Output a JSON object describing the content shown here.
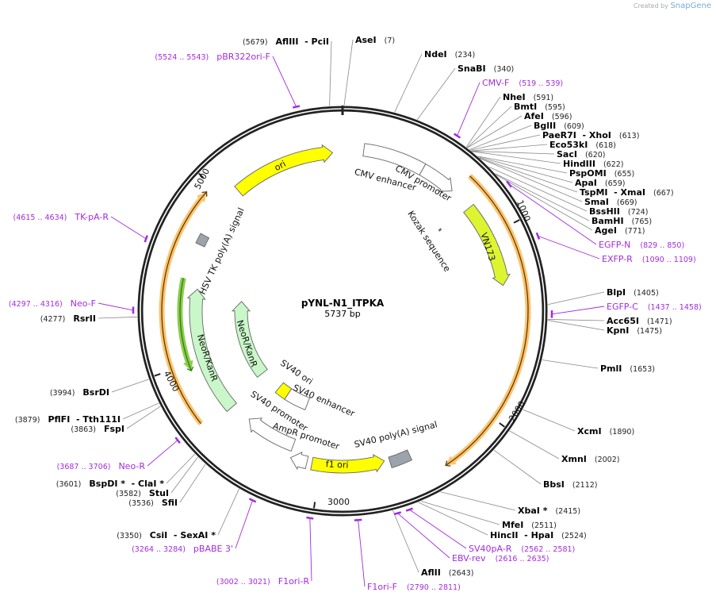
{
  "credit": {
    "created_by": "Created by",
    "brand": "SnapGene"
  },
  "plasmid": {
    "name": "pYNL-N1_ITPKA",
    "length_label": "5737 bp",
    "length": 5737
  },
  "ticks": [
    "1000",
    "2000",
    "3000",
    "4000",
    "5000"
  ],
  "sites": [
    {
      "name": "AseI",
      "pos": 7
    },
    {
      "name": "NdeI",
      "pos": 234
    },
    {
      "name": "SnaBI",
      "pos": 340
    },
    {
      "name": "NheI",
      "pos": 591
    },
    {
      "name": "BmtI",
      "pos": 595
    },
    {
      "name": "AfeI",
      "pos": 596
    },
    {
      "name": "BglII",
      "pos": 609
    },
    {
      "name": "PaeR7I  - XhoI",
      "pos": 613
    },
    {
      "name": "Eco53kI",
      "pos": 618
    },
    {
      "name": "SacI",
      "pos": 620
    },
    {
      "name": "HindIII",
      "pos": 622
    },
    {
      "name": "PspOMI",
      "pos": 655
    },
    {
      "name": "ApaI",
      "pos": 659
    },
    {
      "name": "TspMI  - XmaI",
      "pos": 667
    },
    {
      "name": "SmaI",
      "pos": 669
    },
    {
      "name": "BssHII",
      "pos": 724
    },
    {
      "name": "BamHI",
      "pos": 765
    },
    {
      "name": "AgeI",
      "pos": 771
    },
    {
      "name": "BlpI",
      "pos": 1405
    },
    {
      "name": "Acc65I",
      "pos": 1471
    },
    {
      "name": "KpnI",
      "pos": 1475
    },
    {
      "name": "PmlI",
      "pos": 1653
    },
    {
      "name": "XcmI",
      "pos": 1890
    },
    {
      "name": "XmnI",
      "pos": 2002
    },
    {
      "name": "BbsI",
      "pos": 2112
    },
    {
      "name": "XbaI *",
      "pos": 2415
    },
    {
      "name": "MfeI",
      "pos": 2511
    },
    {
      "name": "HincII  - HpaI",
      "pos": 2524
    },
    {
      "name": "AflII",
      "pos": 2643
    },
    {
      "name": "CsiI  - SexAI *",
      "pos": 3350
    },
    {
      "name": "SfiI",
      "pos": 3536
    },
    {
      "name": "StuI",
      "pos": 3582
    },
    {
      "name": "BspDI *  - ClaI *",
      "pos": 3601
    },
    {
      "name": "FspI",
      "pos": 3863
    },
    {
      "name": "PflFI  - Tth111I",
      "pos": 3879
    },
    {
      "name": "BsrDI",
      "pos": 3994
    },
    {
      "name": "RsrII",
      "pos": 4277
    },
    {
      "name": "AflIII  - PciI",
      "pos": 5679
    }
  ],
  "primers": [
    {
      "name": "CMV-F",
      "range": "519 .. 539",
      "start": 519,
      "end": 539
    },
    {
      "name": "EGFP-N",
      "range": "829 .. 850",
      "start": 829,
      "end": 850
    },
    {
      "name": "EXFP-R",
      "range": "1090 .. 1109",
      "start": 1090,
      "end": 1109
    },
    {
      "name": "EGFP-C",
      "range": "1437 .. 1458",
      "start": 1437,
      "end": 1458
    },
    {
      "name": "SV40pA-R",
      "range": "2562 .. 2581",
      "start": 2562,
      "end": 2581
    },
    {
      "name": "EBV-rev",
      "range": "2616 .. 2635",
      "start": 2616,
      "end": 2635
    },
    {
      "name": "F1ori-F",
      "range": "2790 .. 2811",
      "start": 2790,
      "end": 2811
    },
    {
      "name": "F1ori-R",
      "range": "3002 .. 3021",
      "start": 3002,
      "end": 3021
    },
    {
      "name": "pBABE 3'",
      "range": "3264 .. 3284",
      "start": 3264,
      "end": 3284
    },
    {
      "name": "Neo-R",
      "range": "3687 .. 3706",
      "start": 3687,
      "end": 3706
    },
    {
      "name": "Neo-F",
      "range": "4297 .. 4316",
      "start": 4297,
      "end": 4316
    },
    {
      "name": "TK-pA-R",
      "range": "4615 .. 4634",
      "start": 4615,
      "end": 4634
    },
    {
      "name": "pBR322ori-F",
      "range": "5524 .. 5543",
      "start": 5524,
      "end": 5543
    }
  ],
  "features": [
    {
      "name": "CMV enhancer",
      "start": 120,
      "end": 470,
      "direction": "none",
      "color": "#ffffff"
    },
    {
      "name": "CMV promoter",
      "start": 470,
      "end": 675,
      "direction": "forward",
      "color": "#ffffff"
    },
    {
      "name": "Kozak sequence",
      "start": 795,
      "end": 805,
      "direction": "none",
      "color": "#888888"
    },
    {
      "name": "VN173",
      "start": 810,
      "end": 1290,
      "direction": "forward",
      "color": "#ddf531"
    },
    {
      "name": "SV40 poly(A) signal",
      "start": 2470,
      "end": 2590,
      "direction": "none",
      "color": "#9da3aa"
    },
    {
      "name": "f1 ori",
      "start": 2620,
      "end": 3050,
      "direction": "reverse",
      "color": "#ffff00"
    },
    {
      "name": "AmpR promoter",
      "start": 3080,
      "end": 3180,
      "direction": "forward",
      "color": "#ffffff"
    },
    {
      "name": "SV40 promoter",
      "start": 3190,
      "end": 3520,
      "direction": "forward",
      "color": "#ffffff"
    },
    {
      "name": "SV40 enhancer",
      "start": 3200,
      "end": 3400,
      "direction": "none",
      "color": "#ffffff"
    },
    {
      "name": "SV40 ori",
      "start": 3400,
      "end": 3500,
      "direction": "none",
      "color": "#ffff00"
    },
    {
      "name": "NeoR/KanR",
      "start": 3650,
      "end": 4440,
      "direction": "forward",
      "color": "#c9f7c9"
    },
    {
      "name": "NeoR/KanR",
      "start": 3700,
      "end": 4390,
      "direction": "forward",
      "color": "#c9f7c9"
    },
    {
      "name": "HSV TK poly(A) signal",
      "start": 4700,
      "end": 4760,
      "direction": "none",
      "color": "#9da3aa"
    },
    {
      "name": "ori",
      "start": 5085,
      "end": 5680,
      "direction": "forward",
      "color": "#ffff00"
    }
  ],
  "orfs": [
    {
      "start": 690,
      "end": 2330,
      "direction": "forward",
      "color": "#ffc36a"
    },
    {
      "start": 3690,
      "end": 4960,
      "direction": "forward",
      "color": "#ffc36a"
    },
    {
      "start": 3960,
      "end": 4490,
      "direction": "reverse",
      "color": "#8ccc4a"
    }
  ]
}
